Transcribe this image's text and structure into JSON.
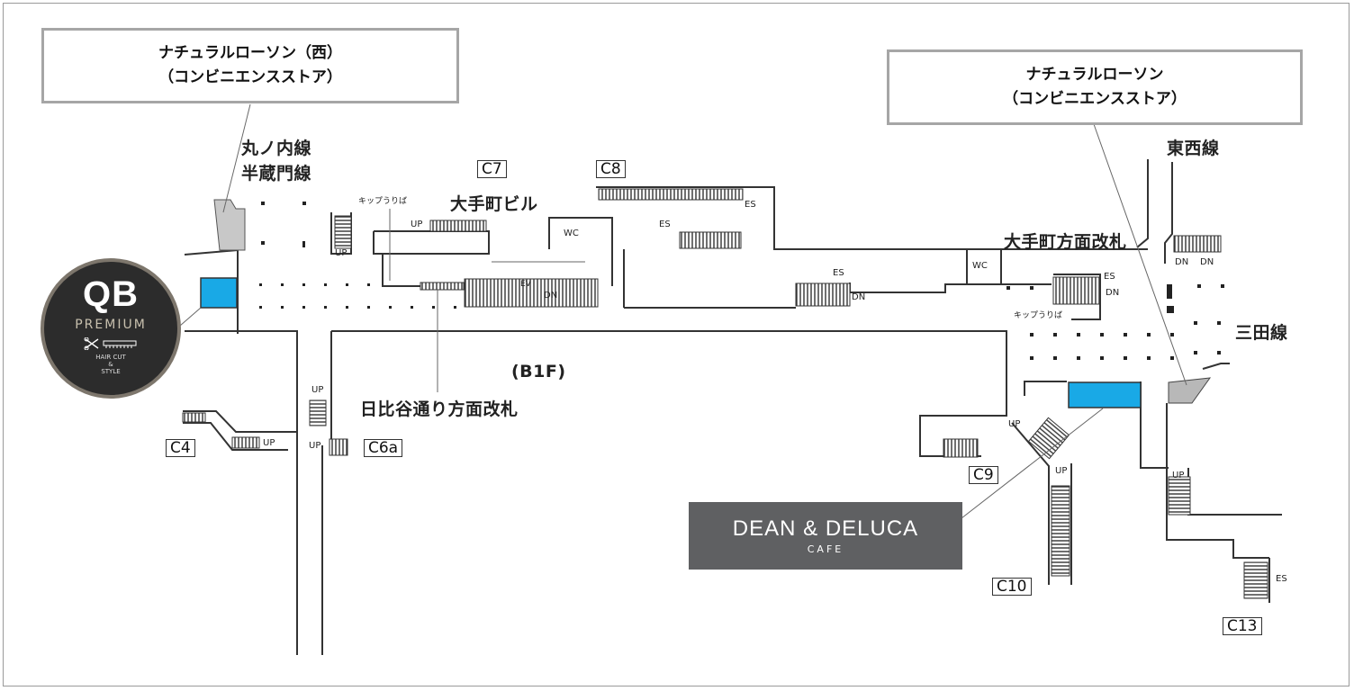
{
  "callouts": {
    "left": {
      "line1": "ナチュラルローソン（西）",
      "line2": "（コンビニエンスストア）"
    },
    "right": {
      "line1": "ナチュラルローソン",
      "line2": "（コンビニエンスストア）"
    }
  },
  "lines": {
    "marunouchi": "丸ノ内線",
    "hanzomon": "半蔵門線",
    "tozai": "東西線",
    "mita": "三田線"
  },
  "places": {
    "otemachi_building": "大手町ビル",
    "otemachi_gate": "大手町方面改札",
    "hibiya_gate": "日比谷通り方面改札",
    "floor": "(B1F)"
  },
  "exits": [
    "C4",
    "C6a",
    "C7",
    "C8",
    "C9",
    "C10",
    "C13"
  ],
  "small": {
    "ticket": "キップうりば",
    "up": "UP",
    "dn": "DN",
    "es": "ES",
    "ev": "EV",
    "wc": "WC"
  },
  "qb": {
    "logo": "QB",
    "premium": "PREMIUM",
    "line1": "HAIR CUT",
    "line2": "&",
    "line3": "STYLE"
  },
  "dean": {
    "name": "DEAN & DELUCA",
    "sub": "CAFE"
  },
  "colors": {
    "shop": "#19a9e6",
    "store_gray": "#c8c8c8",
    "callout_border": "#a6a6a6",
    "dean_bg": "#5f6062"
  }
}
